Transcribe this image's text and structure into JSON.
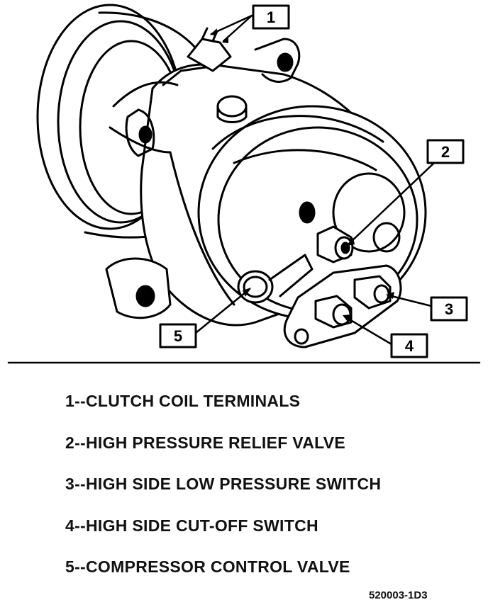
{
  "callouts": [
    {
      "number": "1"
    },
    {
      "number": "2"
    },
    {
      "number": "3"
    },
    {
      "number": "4"
    },
    {
      "number": "5"
    }
  ],
  "legend": [
    "1--CLUTCH COIL TERMINALS",
    "2--HIGH PRESSURE RELIEF VALVE",
    "3--HIGH SIDE LOW PRESSURE SWITCH",
    "4--HIGH SIDE CUT-OFF SWITCH",
    "5--COMPRESSOR CONTROL VALVE"
  ],
  "figure_code": "520003-1D3"
}
